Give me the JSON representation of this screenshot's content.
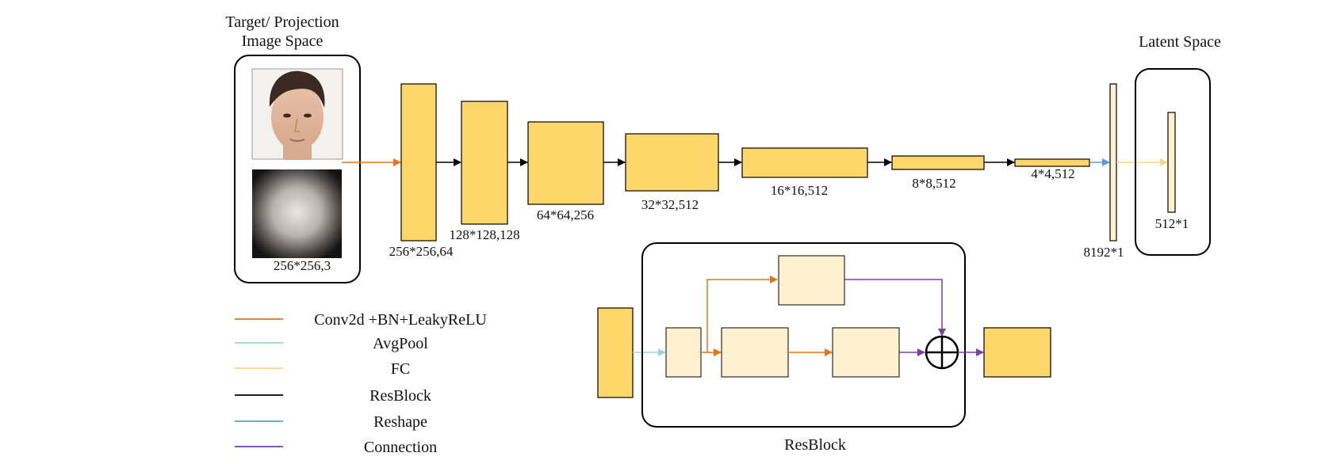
{
  "colors": {
    "conv": "#e8731c",
    "avgpool": "#9fd2e3",
    "fc": "#f9d77e",
    "resblock": "#000000",
    "reshape": "#5b9bd5",
    "connection": "#7b3fa8",
    "block_fill": "#fed76a",
    "block_light": "#fff1cf"
  },
  "input": {
    "title_line1": "Target/ Projection",
    "title_line2": "Image Space",
    "size_label": "256*256,3",
    "face_image_icon": "face-photo-icon",
    "light_image_icon": "light-map-icon"
  },
  "encoder": {
    "layers": [
      {
        "label": "256*256,64"
      },
      {
        "label": "128*128,128"
      },
      {
        "label": "64*64,256"
      },
      {
        "label": "32*32,512"
      },
      {
        "label": "16*16,512"
      },
      {
        "label": "8*8,512"
      },
      {
        "label": "4*4,512"
      }
    ],
    "flatten_label": "8192*1"
  },
  "latent": {
    "title": "Latent Space",
    "vector_label": "512*1"
  },
  "legend": {
    "items": [
      {
        "label": "Conv2d +BN+LeakyReLU",
        "color": "#e8731c"
      },
      {
        "label": "AvgPool",
        "color": "#9fd2e3"
      },
      {
        "label": "FC",
        "color": "#f9d77e"
      },
      {
        "label": "ResBlock",
        "color": "#000000"
      },
      {
        "label": "Reshape",
        "color": "#5b9bd5"
      },
      {
        "label": "Connection",
        "color": "#7b3fa8"
      }
    ]
  },
  "resblock_detail": {
    "title": "ResBlock",
    "sum_icon": "circled-plus-icon"
  }
}
